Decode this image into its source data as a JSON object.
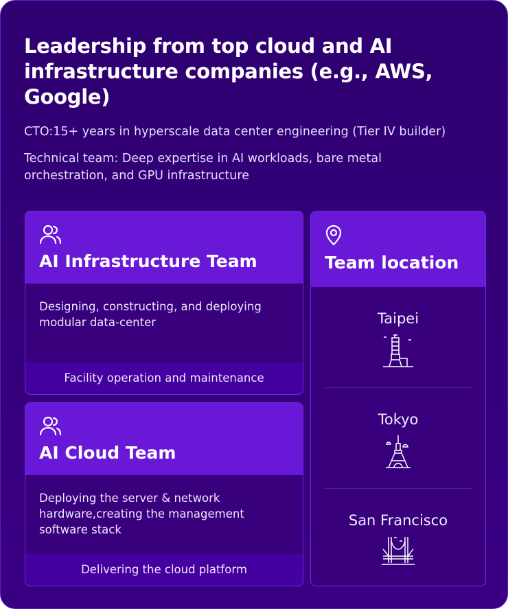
{
  "heading": "Leadership from top cloud and AI infrastructure companies (e.g., AWS, Google)",
  "cto": "CTO:15+ years in hyperscale data center engineering (Tier IV builder)",
  "tech_team": "Technical team: Deep expertise in AI workloads, bare metal orchestration, and GPU infrastructure",
  "cards": [
    {
      "icon": "users-icon",
      "title": "AI Infrastructure Team",
      "description": "Designing, constructing, and deploying modular data-center",
      "footer": "Facility operation and maintenance"
    },
    {
      "icon": "users-icon",
      "title": "AI Cloud Team",
      "description": "Deploying the server & network hardware,creating the management software stack",
      "footer": "Delivering the cloud platform"
    }
  ],
  "locations": {
    "icon": "map-pin-icon",
    "title": "Team location",
    "items": [
      {
        "name": "Taipei",
        "icon": "taipei-101-icon"
      },
      {
        "name": "Tokyo",
        "icon": "tokyo-tower-icon"
      },
      {
        "name": "San Francisco",
        "icon": "golden-gate-bridge-icon"
      }
    ]
  },
  "colors": {
    "background": "#32007a",
    "card_header": "#6a18d8",
    "card_footer": "#4500a0"
  }
}
